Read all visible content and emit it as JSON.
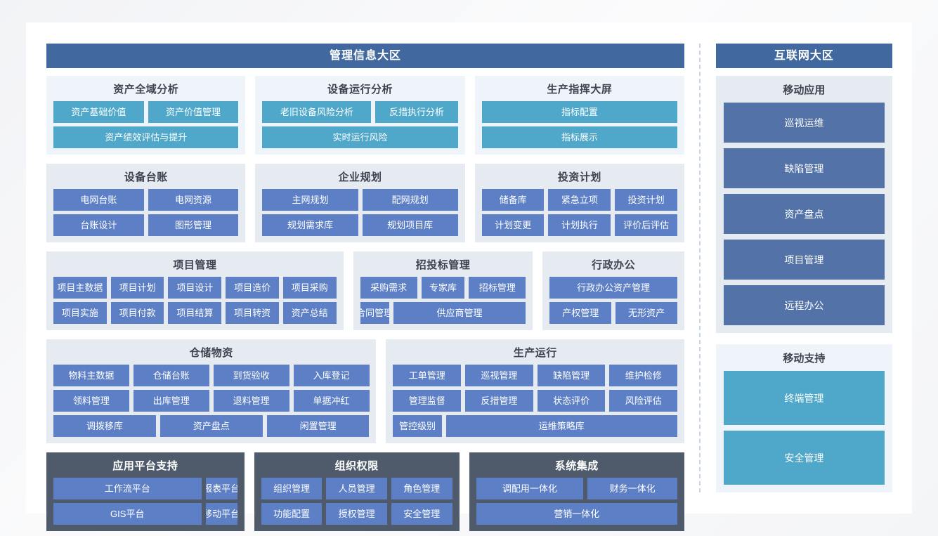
{
  "left_zone": {
    "banner": "管理信息大区",
    "rows": [
      {
        "groups": [
          {
            "title": "资产全域分析",
            "tone": "teal",
            "width": "w-285",
            "rows": [
              [
                "资产基础价值",
                "资产价值管理"
              ],
              [
                "资产绩效评估与提升"
              ]
            ]
          },
          {
            "title": "设备运行分析",
            "tone": "teal",
            "width": "w-300",
            "rows": [
              [
                "老旧设备风险分析",
                "反措执行分析"
              ],
              [
                "实时运行风险"
              ]
            ]
          },
          {
            "title": "生产指挥大屏",
            "tone": "teal",
            "width": "w-300",
            "rows": [
              [
                "指标配置"
              ],
              [
                "指标展示"
              ]
            ]
          }
        ]
      },
      {
        "groups": [
          {
            "title": "设备台账",
            "tone": "blue",
            "width": "w-285",
            "rows": [
              [
                "电网台账",
                "电网资源"
              ],
              [
                "台账设计",
                "图形管理"
              ]
            ]
          },
          {
            "title": "企业规划",
            "tone": "blue",
            "width": "w-300",
            "rows": [
              [
                "主网规划",
                "配网规划"
              ],
              [
                "规划需求库",
                "规划项目库"
              ]
            ]
          },
          {
            "title": "投资计划",
            "tone": "blue",
            "width": "w-300",
            "rows": [
              [
                "储备库",
                "紧急立项",
                "投资计划"
              ],
              [
                "计划变更",
                "计划执行",
                "评价后评估"
              ]
            ]
          }
        ]
      },
      {
        "groups": [
          {
            "title": "项目管理",
            "tone": "blue",
            "width": "w-430",
            "rows": [
              [
                "项目主数据",
                "项目计划",
                "项目设计",
                "项目造价",
                "项目采购"
              ],
              [
                "项目实施",
                "项目付款",
                "项目结算",
                "项目转资",
                "资产总结"
              ]
            ]
          },
          {
            "title": "招投标管理",
            "tone": "blue",
            "width": "w-260",
            "rows": [
              [
                "采购需求",
                "专家库",
                "招标管理"
              ],
              [
                "合同管理",
                "供应商管理"
              ]
            ]
          },
          {
            "title": "行政办公",
            "tone": "blue",
            "width": "w-205",
            "rows": [
              [
                "行政办公资产管理"
              ],
              [
                "产权管理",
                "无形资产"
              ]
            ]
          }
        ]
      },
      {
        "groups": [
          {
            "title": "仓储物资",
            "tone": "blue",
            "width": "w-470",
            "rows": [
              [
                "物料主数据",
                "仓储台账",
                "到货验收",
                "入库登记"
              ],
              [
                "领料管理",
                "出库管理",
                "退料管理",
                "单据冲红"
              ],
              [
                "调拨移库",
                "资产盘点",
                "闲置管理"
              ]
            ]
          },
          {
            "title": "生产运行",
            "tone": "blue",
            "width": "w-425",
            "rows": [
              [
                "工单管理",
                "巡视管理",
                "缺陷管理",
                "维护检修"
              ],
              [
                "管理监督",
                "反措管理",
                "状态评价",
                "风险评估"
              ],
              [
                "管控级别",
                "运维策略库"
              ]
            ]
          }
        ]
      },
      {
        "groups": [
          {
            "title": "应用平台支持",
            "tone": "dark",
            "width": "w-285",
            "rows": [
              [
                "工作流平台",
                "报表平台"
              ],
              [
                "GIS平台",
                "移动平台"
              ]
            ]
          },
          {
            "title": "组织权限",
            "tone": "dark",
            "width": "w-295",
            "rows": [
              [
                "组织管理",
                "人员管理",
                "角色管理"
              ],
              [
                "功能配置",
                "授权管理",
                "安全管理"
              ]
            ]
          },
          {
            "title": "系统集成",
            "tone": "dark",
            "width": "w-310",
            "rows": [
              [
                "调配用一体化",
                "财务一体化"
              ],
              [
                "营销一体化"
              ]
            ]
          }
        ]
      }
    ]
  },
  "right_zone": {
    "banner": "互联网大区",
    "groups": [
      {
        "title": "移动应用",
        "tone": "blue",
        "chip_tone": "blue",
        "items": [
          "巡视运维",
          "缺陷管理",
          "资产盘点",
          "项目管理",
          "远程办公"
        ]
      },
      {
        "title": "移动支持",
        "tone": "teal",
        "chip_tone": "teal",
        "items": [
          "终端管理",
          "安全管理"
        ]
      }
    ]
  },
  "colors": {
    "banner": "#41699f",
    "teal_chip": "#4fa8ca",
    "blue_chip": "#5c7fc6",
    "right_blue_chip": "#5272a8",
    "dark_panel": "#4f5b6b",
    "teal_group_bg": "#eef4fa",
    "blue_group_bg": "#e6eaf1",
    "divider": "#c9d4e2",
    "page_bg": "#ffffff",
    "title_text": "#3d4450"
  }
}
